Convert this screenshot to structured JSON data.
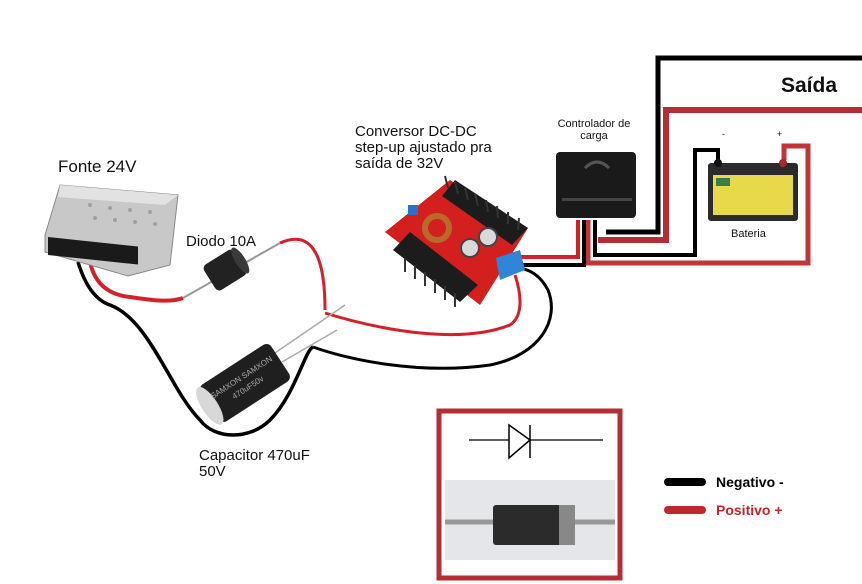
{
  "labels": {
    "power_supply": "Fonte 24V",
    "converter_line1": "Conversor DC-DC",
    "converter_line2": "step-up ajustado pra",
    "converter_line3": "saída de 32V",
    "controller_line1": "Controlador de",
    "controller_line2": "carga",
    "diode": "Diodo 10A",
    "capacitor_line1": "Capacitor 470uF",
    "capacitor_line2": "50V",
    "battery": "Bateria",
    "battery_neg": "-",
    "battery_pos": "+",
    "output": "Saída"
  },
  "legend": {
    "negative": {
      "label": "Negativo -",
      "color": "#000000"
    },
    "positive": {
      "label": "Positivo +",
      "color": "#c0272d"
    }
  },
  "colors": {
    "wire_negative": "#000000",
    "wire_positive": "#d4202a",
    "frame_red": "#b32f35"
  },
  "inset": {
    "title": "diode-symbol-and-photo"
  }
}
